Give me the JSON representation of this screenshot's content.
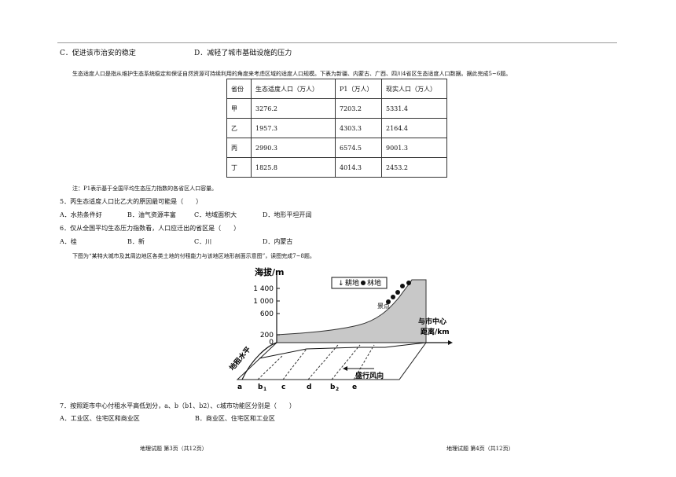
{
  "q4": {
    "option_c": "C．促进该市治安的稳定",
    "option_d": "D．减轻了城市基础设施的压力"
  },
  "intro1": "生态适度人口是指从维护生态系统稳定和保证自然资源可持续利用的角度来考虑区域的适度人口规模。下表为新疆、内蒙古、广西、四川4省区生态适度人口数据。据此完成5~6题。",
  "table": {
    "headers": [
      "省份",
      "生态适度人口（万人）",
      "P1（万人）",
      "现实人口（万人）"
    ],
    "rows": [
      [
        "甲",
        "3276.2",
        "7203.2",
        "5331.4"
      ],
      [
        "乙",
        "1957.3",
        "4303.3",
        "2164.4"
      ],
      [
        "丙",
        "2990.3",
        "6574.5",
        "9001.3"
      ],
      [
        "丁",
        "1825.8",
        "4014.3",
        "2453.2"
      ]
    ]
  },
  "note": "注：P1表示基于全国平均生态压力指数的各省区人口容量。",
  "q5": {
    "stem": "5．丙生态适度人口比乙大的原因最可能是（　　）",
    "options": [
      "A．水热条件好",
      "B．油气资源丰富",
      "C．地域面积大",
      "D．地形平坦开阔"
    ]
  },
  "q6": {
    "stem": "6．仅从全国平均生态压力指数看，人口应迁出的省区是（　　）",
    "options": [
      "A．桂",
      "B．新",
      "C．川",
      "D．内蒙古"
    ]
  },
  "intro2": "下图为“某特大城市及其周边地区各类土地的付租能力与该地区地形剖面示意图”，读图完成7~8题。",
  "figure": {
    "y_axis_title": "海拔/m",
    "y_ticks": [
      "1 400",
      "1 000",
      "600",
      "200",
      "0"
    ],
    "legend": [
      "耕地",
      "林地"
    ],
    "scenic_label": "景点",
    "x_axis_label": [
      "与市中心",
      "距离/km"
    ],
    "rent_label": "地租水平",
    "wind_label": "盛行风向",
    "points": [
      "a",
      "b",
      "c",
      "d",
      "b",
      "e"
    ],
    "point_subs": [
      "",
      "1",
      "",
      "",
      "2",
      ""
    ]
  },
  "q7": {
    "stem": "7．按照距市中心付租水平高低划分，a、b（b1、b2）、c城市功能区分别是（　　）",
    "option_a": "A．工业区、住宅区和商业区",
    "option_b": "B．商业区、住宅区和工业区"
  },
  "footer": {
    "left": "地理试题  第3页（共12页）",
    "right": "地理试题  第4页（共12页）"
  }
}
